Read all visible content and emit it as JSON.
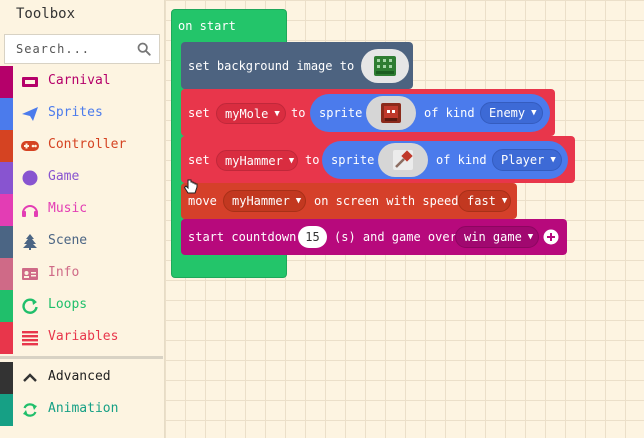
{
  "toolbox": {
    "title": "Toolbox",
    "search_placeholder": "Search...",
    "categories": [
      {
        "label": "Carnival",
        "color": "#b5006a",
        "icon": "carnival-icon"
      },
      {
        "label": "Sprites",
        "color": "#4b7bec",
        "icon": "paper-plane-icon"
      },
      {
        "label": "Controller",
        "color": "#d54322",
        "icon": "gamepad-icon"
      },
      {
        "label": "Game",
        "color": "#8854d0",
        "icon": "circle-icon"
      },
      {
        "label": "Music",
        "color": "#e33db4",
        "icon": "headphones-icon"
      },
      {
        "label": "Scene",
        "color": "#4b6584",
        "icon": "tree-icon"
      },
      {
        "label": "Info",
        "color": "#cf6a87",
        "icon": "id-card-icon"
      },
      {
        "label": "Loops",
        "color": "#20bf6b",
        "icon": "loop-icon"
      },
      {
        "label": "Variables",
        "color": "#e8364b",
        "icon": "list-icon"
      },
      {
        "label": "Advanced",
        "color": "#333333",
        "icon": "chevron-up-icon"
      },
      {
        "label": "Animation",
        "color": "#16a085",
        "icon": "refresh-icon"
      }
    ]
  },
  "workspace": {
    "on_start": {
      "label": "on start",
      "color": "#23c56a"
    },
    "set_background": {
      "label": "set background image to",
      "color": "#4d6380"
    },
    "set_mole": {
      "set": "set",
      "variable": "myMole",
      "to": "to",
      "sprite": "sprite",
      "of_kind": "of kind",
      "kind": "Enemy",
      "color": "#e8364b"
    },
    "set_hammer": {
      "set": "set",
      "variable": "myHammer",
      "to": "to",
      "sprite": "sprite",
      "of_kind": "of kind",
      "kind": "Player",
      "color": "#e8364b"
    },
    "move": {
      "move": "move",
      "variable": "myHammer",
      "middle": "on screen with speed",
      "speed": "fast",
      "color": "#d5402a"
    },
    "countdown": {
      "start": "start countdown",
      "seconds": "15",
      "middle": "(s) and game over",
      "result": "win game",
      "color": "#b7097c"
    }
  }
}
